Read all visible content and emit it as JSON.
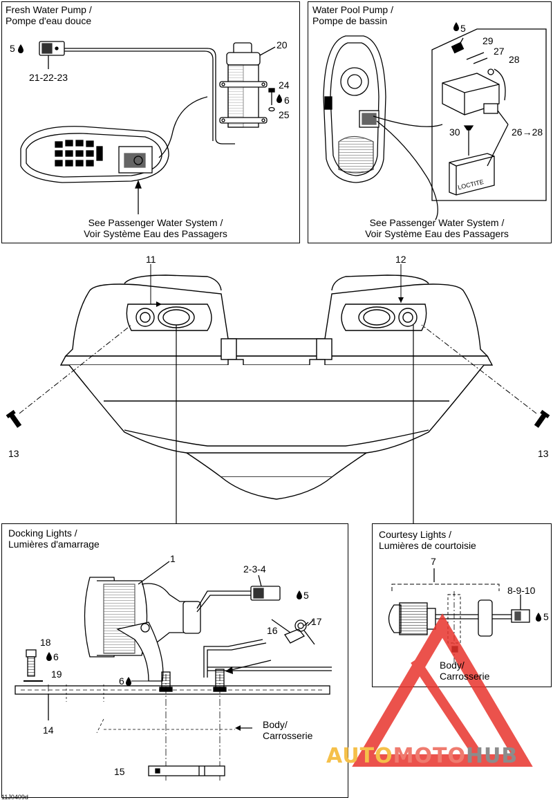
{
  "panels": {
    "fresh_water": {
      "title_1": "Fresh Water Pump /",
      "title_2": "Pompe d'eau douce",
      "caption_1": "See Passenger Water System /",
      "caption_2": "Voir Système Eau des Passagers"
    },
    "water_pool": {
      "title_1": "Water Pool Pump /",
      "title_2": "Pompe de bassin",
      "caption_1": "See Passenger Water System /",
      "caption_2": "Voir Système Eau des Passagers"
    },
    "docking": {
      "title_1": "Docking Lights /",
      "title_2": "Lumières d'amarrage",
      "body_1": "Body/",
      "body_2": "Carrosserie"
    },
    "courtesy": {
      "title_1": "Courtesy Lights /",
      "title_2": "Lumières de courtoisie",
      "body_1": "Body/",
      "body_2": "Carrosserie"
    }
  },
  "callouts": {
    "fw_5": "5",
    "fw_21_23": "21-22-23",
    "fw_20": "20",
    "fw_24": "24",
    "fw_6": "6",
    "fw_25": "25",
    "wp_5": "5",
    "wp_29": "29",
    "wp_27": "27",
    "wp_28": "28",
    "wp_30": "30",
    "wp_26_28": "26→28",
    "m_11": "11",
    "m_12": "12",
    "m_13_left": "13",
    "m_13_right": "13",
    "dl_1": "1",
    "dl_2_4": "2-3-4",
    "dl_5": "5",
    "dl_18": "18",
    "dl_6a": "6",
    "dl_19": "19",
    "dl_6b": "6",
    "dl_16": "16",
    "dl_17": "17",
    "dl_14": "14",
    "dl_15": "15",
    "cl_7": "7",
    "cl_8_10": "8-9-10",
    "cl_5": "5"
  },
  "icons": {
    "drop": "drop-icon",
    "arrow": "arrow-icon"
  },
  "box_label": "LOCTITE",
  "ref_code": "11J0409d",
  "watermark": {
    "part1": "AUTO",
    "part2": "MOTO",
    "part3": "HUB",
    "color1": "#f5c04a",
    "color2": "#ef7b6f",
    "color3": "#8c8c8c",
    "triangle": "#e8342d"
  }
}
